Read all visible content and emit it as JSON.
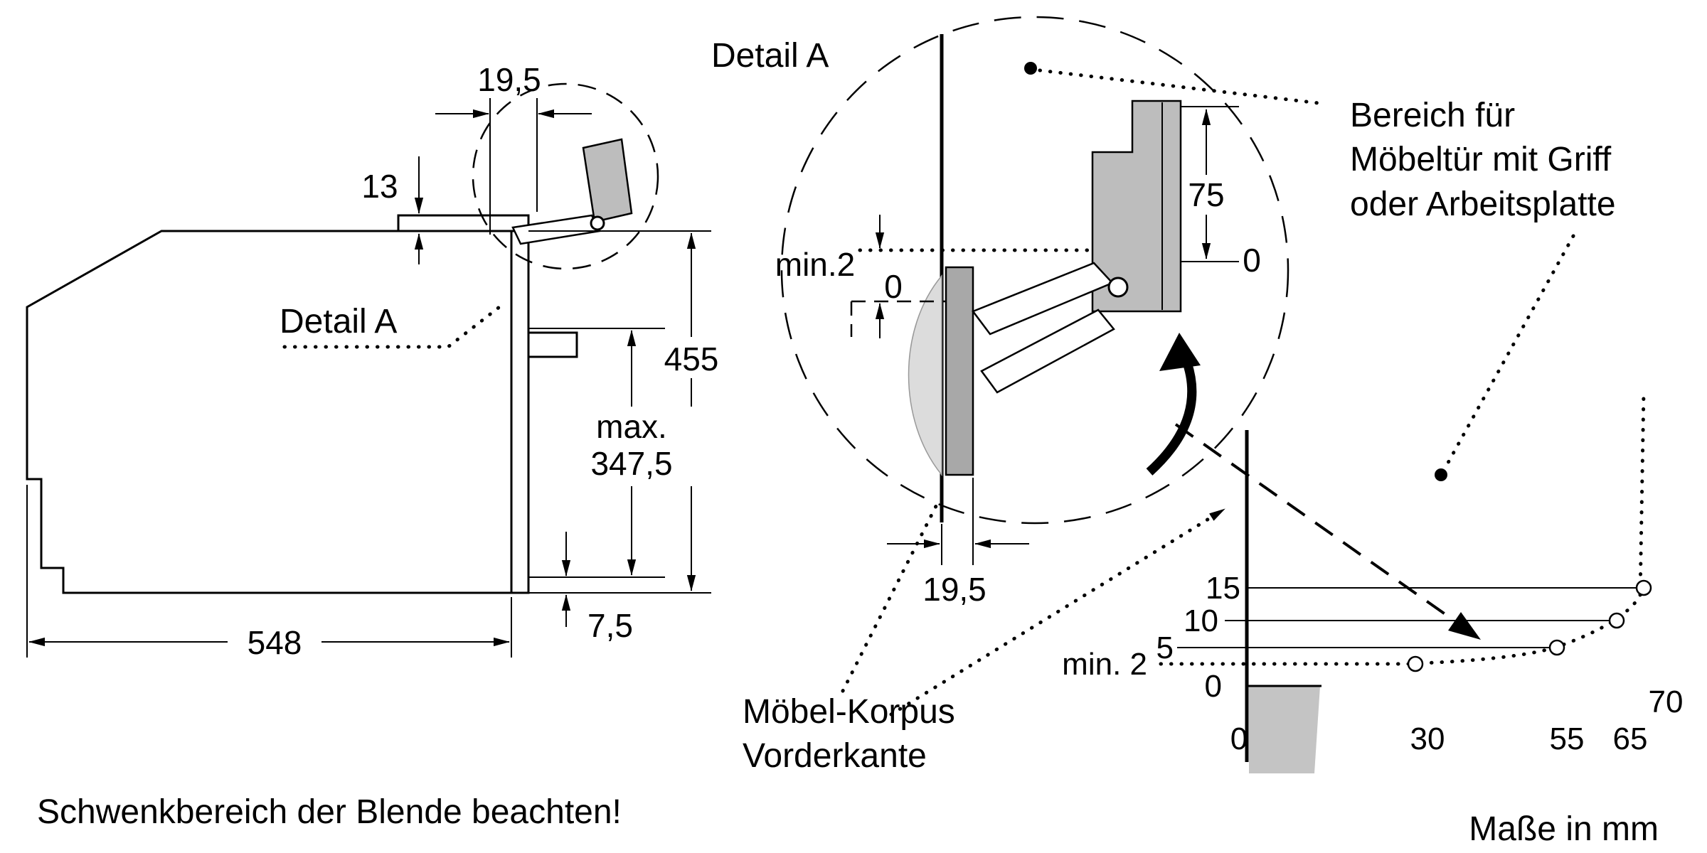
{
  "side_view": {
    "dim_19_5": "19,5",
    "dim_13": "13",
    "dim_455": "455",
    "dim_max": "max.",
    "dim_347_5": "347,5",
    "dim_7_5": "7,5",
    "dim_548": "548",
    "detail_ref": "Detail A"
  },
  "detail": {
    "title": "Detail A",
    "dim_min2": "min.2",
    "zero_front": "0",
    "dim_75": "75",
    "zero_top": "0",
    "dim_19_5": "19,5"
  },
  "callouts": {
    "area_line1": "Bereich für",
    "area_line2": "Möbeltür mit Griff",
    "area_line3": "oder Arbeitsplatte",
    "korpus_line1": "Möbel-Korpus",
    "korpus_line2": "Vorderkante"
  },
  "chart": {
    "y_labels": [
      "15",
      "10",
      "5",
      "min. 2",
      "0"
    ],
    "x_labels": [
      "0",
      "30",
      "55",
      "65",
      "70"
    ]
  },
  "footer": {
    "warning": "Schwenkbereich der Blende beachten!",
    "units": "Maße in mm"
  },
  "colors": {
    "panel_dark": "#a8a8a8",
    "panel_mid": "#bdbdbd",
    "panel_light": "#dcdcdc",
    "panel_board": "#c4c4c4",
    "line": "#000000"
  },
  "chart_data": {
    "type": "line",
    "x": [
      30,
      55,
      65,
      70
    ],
    "y": [
      2,
      5,
      10,
      15
    ],
    "y_tick_labels": [
      "15",
      "10",
      "5",
      "min. 2",
      "0"
    ],
    "x_tick_labels": [
      "0",
      "30",
      "55",
      "65",
      "70"
    ],
    "units": "mm"
  }
}
